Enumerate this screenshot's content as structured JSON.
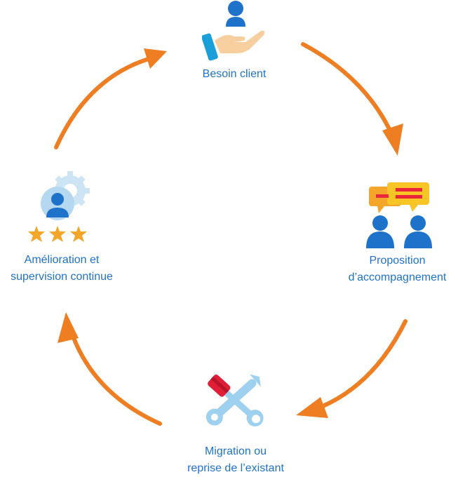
{
  "diagram": {
    "type": "cycle",
    "arrow_color": "#ef7d22",
    "label_color": "#1f72c9",
    "steps": [
      {
        "id": "besoin-client",
        "lines": [
          "Besoin client"
        ],
        "icon": "hand-user-icon"
      },
      {
        "id": "proposition",
        "lines": [
          "Proposition",
          "d’accompagnement"
        ],
        "icon": "chat-people-icon"
      },
      {
        "id": "migration",
        "lines": [
          "Migration ou",
          "reprise de l’existant"
        ],
        "icon": "tools-icon"
      },
      {
        "id": "amelioration",
        "lines": [
          "Amélioration et",
          "supervision continue"
        ],
        "icon": "gear-user-stars-icon"
      }
    ]
  }
}
